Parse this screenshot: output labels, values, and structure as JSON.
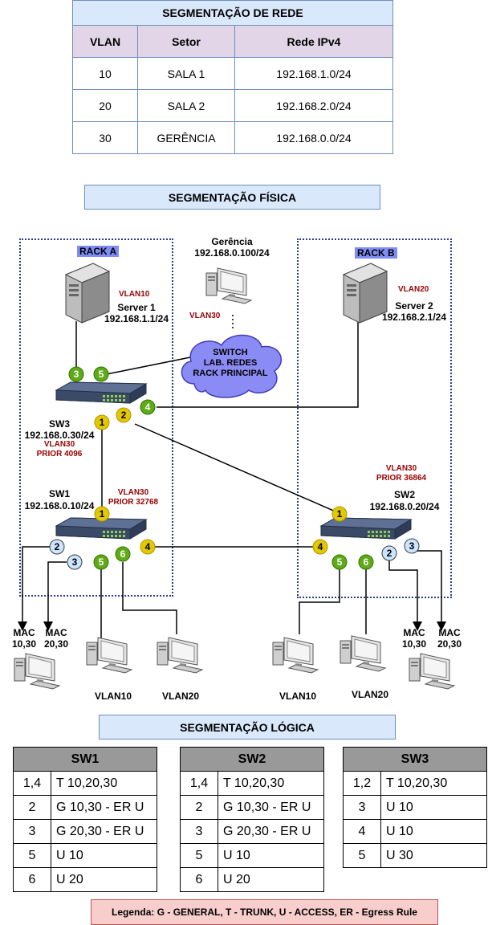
{
  "network_table": {
    "title": "SEGMENTAÇÃO DE REDE",
    "headers": [
      "VLAN",
      "Setor",
      "Rede IPv4"
    ],
    "rows": [
      [
        "10",
        "SALA 1",
        "192.168.1.0/24"
      ],
      [
        "20",
        "SALA 2",
        "192.168.2.0/24"
      ],
      [
        "30",
        "GERÊNCIA",
        "192.168.0.0/24"
      ]
    ]
  },
  "physical": {
    "title": "SEGMENTAÇÃO FÍSICA",
    "rack_a": "RACK A",
    "rack_b": "RACK B",
    "gerencia": {
      "name": "Gerência",
      "ip": "192.168.0.100/24",
      "vlan": "VLAN30"
    },
    "server1": {
      "vlan": "VLAN10",
      "name": "Server 1",
      "ip": "192.168.1.1/24"
    },
    "server2": {
      "vlan": "VLAN20",
      "name": "Server 2",
      "ip": "192.168.2.1/24"
    },
    "cloud": {
      "line1": "SWITCH",
      "line2": "LAB. REDES",
      "line3": "RACK PRINCIPAL"
    },
    "sw3": {
      "name": "SW3",
      "ip": "192.168.0.30/24",
      "vlan": "VLAN30",
      "prior": "PRIOR 4096"
    },
    "sw1": {
      "name": "SW1",
      "ip": "192.168.0.10/24",
      "vlan": "VLAN30",
      "prior": "PRIOR 32768"
    },
    "sw2": {
      "name": "SW2",
      "ip": "192.168.0.20/24",
      "vlan": "VLAN30",
      "prior": "PRIOR 36864"
    },
    "mac_label": "MAC",
    "mac_vlans": "10,30",
    "mac_vlans2": "20,30",
    "pc_vlan10": "VLAN10",
    "pc_vlan20": "VLAN20",
    "ports": [
      "1",
      "2",
      "3",
      "4",
      "5",
      "6"
    ]
  },
  "logical": {
    "title": "SEGMENTAÇÃO LÓGICA",
    "sw1": {
      "title": "SW1",
      "rows": [
        [
          "1,4",
          "T 10,20,30"
        ],
        [
          "2",
          "G 10,30 - ER U"
        ],
        [
          "3",
          "G 20,30 - ER U"
        ],
        [
          "5",
          "U 10"
        ],
        [
          "6",
          "U 20"
        ]
      ]
    },
    "sw2": {
      "title": "SW2",
      "rows": [
        [
          "1,4",
          "T 10,20,30"
        ],
        [
          "2",
          "G 10,30 - ER U"
        ],
        [
          "3",
          "G 20,30 - ER U"
        ],
        [
          "5",
          "U 10"
        ],
        [
          "6",
          "U 20"
        ]
      ]
    },
    "sw3": {
      "title": "SW3",
      "rows": [
        [
          "1,2",
          "T 10,20,30"
        ],
        [
          "3",
          "U 10"
        ],
        [
          "4",
          "U 10"
        ],
        [
          "5",
          "U 30"
        ]
      ]
    }
  },
  "legend": "Legenda: G - GENERAL, T - TRUNK, U - ACCESS, ER - Egress Rule",
  "colors": {
    "trunk_port": "#e3c800",
    "access_port": "#60a917",
    "general_port": "#cce5ff",
    "cloud": "#8b8bf5",
    "rack_border": "#2b3a8c",
    "vlan_text": "#990000"
  }
}
